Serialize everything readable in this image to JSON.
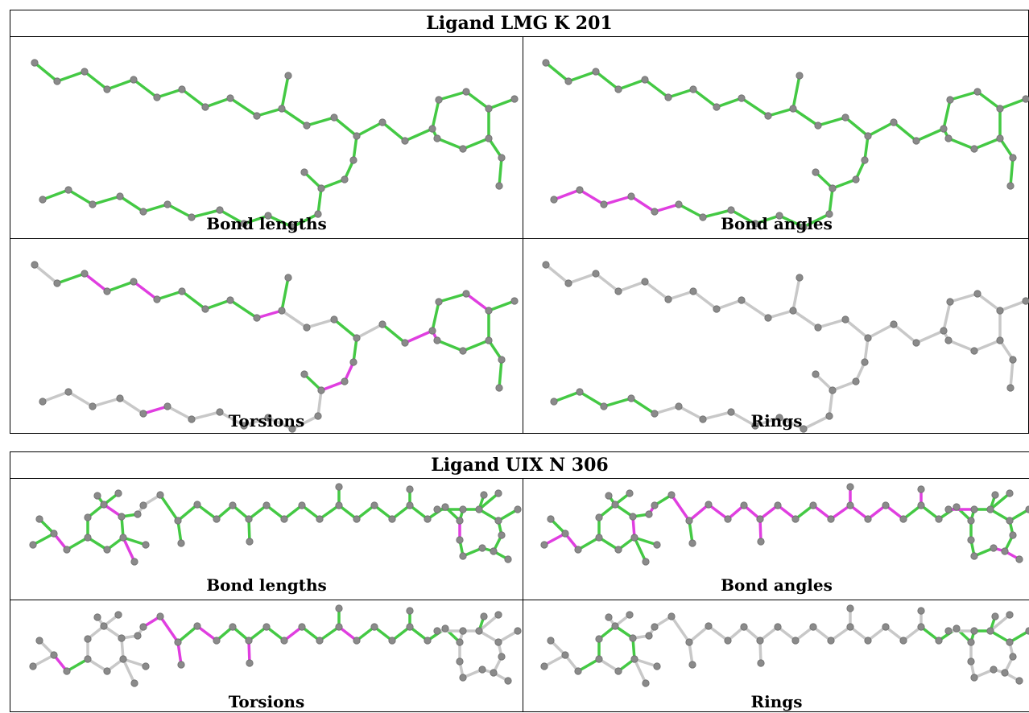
{
  "colors": {
    "ok": "#44c944",
    "outlier": "#e03ee0",
    "neutral": "#c8c8c8",
    "atom": "#8a8a8a"
  },
  "ligands": [
    {
      "title": "Ligand LMG K 201",
      "panels": [
        {
          "caption": "Bond lengths"
        },
        {
          "caption": "Bond angles"
        },
        {
          "caption": "Torsions"
        },
        {
          "caption": "Rings"
        }
      ]
    },
    {
      "title": "Ligand UIX N 306",
      "panels": [
        {
          "caption": "Bond lengths"
        },
        {
          "caption": "Bond angles"
        },
        {
          "caption": "Torsions"
        },
        {
          "caption": "Rings"
        }
      ]
    }
  ]
}
